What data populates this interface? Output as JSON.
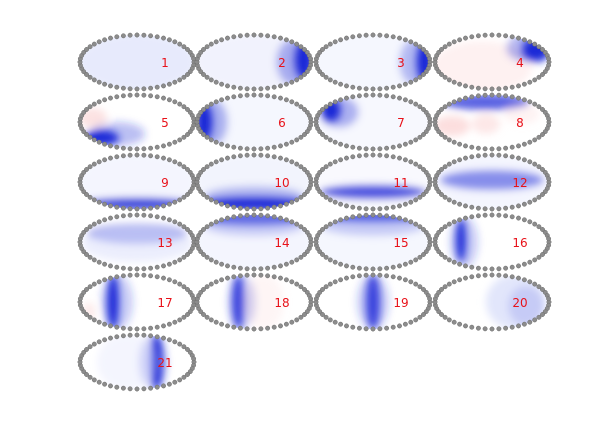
{
  "panel_labels": [
    "1",
    "2",
    "3",
    "4",
    "5",
    "6",
    "7",
    "8",
    "9",
    "10",
    "11",
    "12",
    "13",
    "14",
    "15",
    "16",
    "17",
    "18",
    "19",
    "20",
    "21"
  ],
  "colors": {
    "background": "#ffffff",
    "electrode_dots": "#8c8c8c",
    "strong_blue": "#1f2cd8",
    "light_blue": "#dfe3fb",
    "pink": "#fbd6d6",
    "label": "#e8121a"
  },
  "panels": [
    {
      "id": 1,
      "pattern": "diffuse light blue"
    },
    {
      "id": 2,
      "pattern": "strong blue at right edge"
    },
    {
      "id": 3,
      "pattern": "strong blue at right edge"
    },
    {
      "id": 4,
      "pattern": "strong blue at top-right"
    },
    {
      "id": 5,
      "pattern": "strong blue at bottom-left, pink at left"
    },
    {
      "id": 6,
      "pattern": "strong blue at left edge"
    },
    {
      "id": 7,
      "pattern": "strong blue at top-left"
    },
    {
      "id": 8,
      "pattern": "blue at top, pink blobs at left and middle"
    },
    {
      "id": 9,
      "pattern": "blue band at bottom edge"
    },
    {
      "id": 10,
      "pattern": "strong blue band at bottom edge"
    },
    {
      "id": 11,
      "pattern": "blue horizontal band at lower middle"
    },
    {
      "id": 12,
      "pattern": "blue horizontal band at middle"
    },
    {
      "id": 13,
      "pattern": "blue band at upper middle"
    },
    {
      "id": 14,
      "pattern": "strong blue band at top edge"
    },
    {
      "id": 15,
      "pattern": "strong blue band at top edge"
    },
    {
      "id": 16,
      "pattern": "strong blue vertical band at left"
    },
    {
      "id": 17,
      "pattern": "strong blue vertical band at left-center"
    },
    {
      "id": 18,
      "pattern": "blue vertical band at center-left"
    },
    {
      "id": 19,
      "pattern": "blue vertical band at center"
    },
    {
      "id": 20,
      "pattern": "light blue gradient at right"
    },
    {
      "id": 21,
      "pattern": "strong blue vertical band at right"
    }
  ]
}
